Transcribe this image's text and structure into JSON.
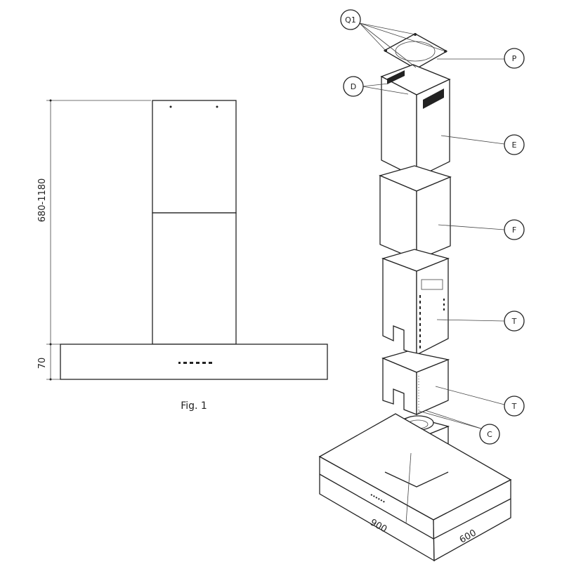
{
  "figure1": {
    "height_dimension": "680-1180",
    "hood_height_dimension": "70",
    "caption": "Fig. 1"
  },
  "exploded_view": {
    "callouts": {
      "q1": "Q1",
      "p": "P",
      "d": "D",
      "e": "E",
      "f": "F",
      "t_upper": "T",
      "t_lower": "T",
      "c": "C"
    },
    "width_dimension": "900",
    "depth_dimension": "600"
  }
}
